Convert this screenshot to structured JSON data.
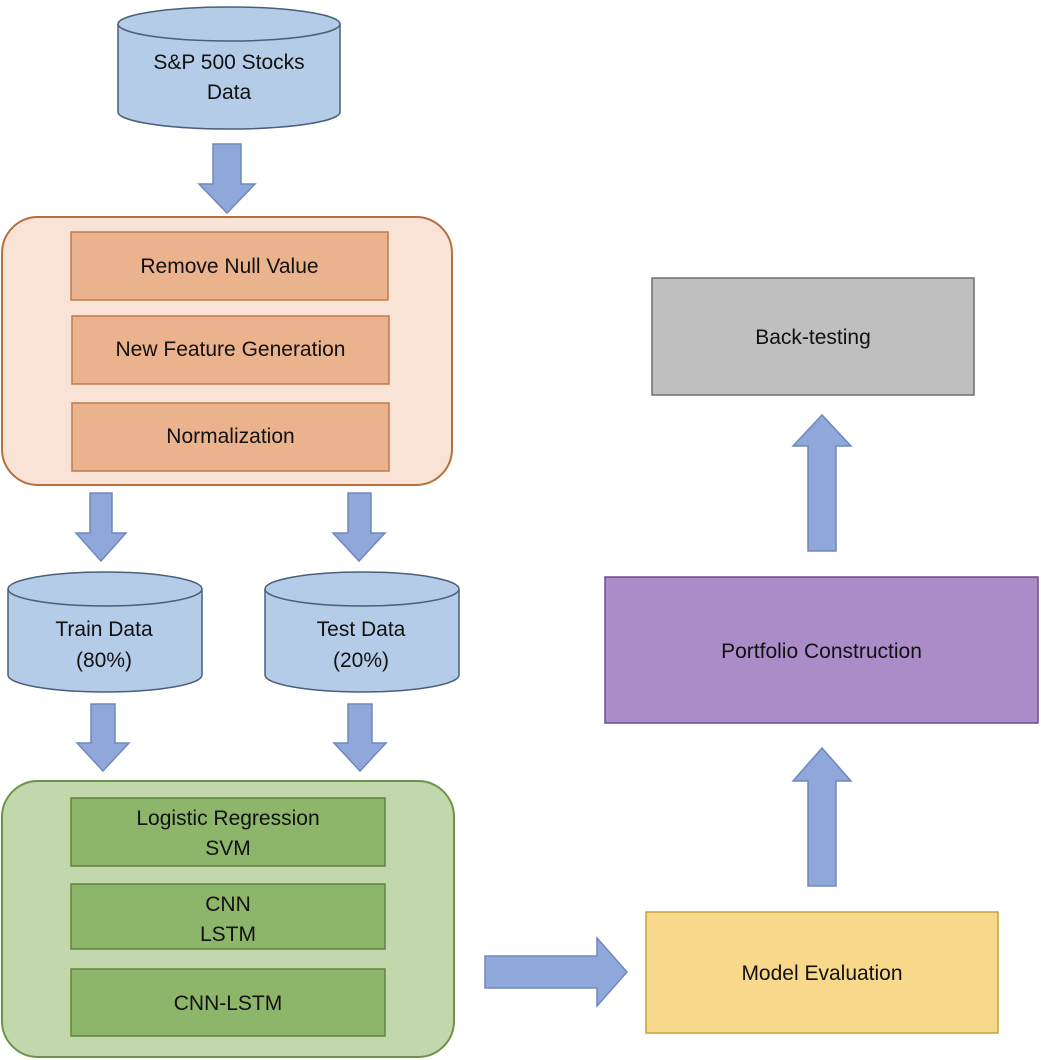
{
  "nodes": {
    "sp500": {
      "line1": "S&P 500 Stocks",
      "line2": "Data"
    },
    "remove_null": {
      "label": "Remove Null Value"
    },
    "new_feature": {
      "label": "New Feature Generation"
    },
    "normalization": {
      "label": "Normalization"
    },
    "train": {
      "line1": "Train Data",
      "line2": "(80%)"
    },
    "test": {
      "line1": "Test Data",
      "line2": "(20%)"
    },
    "model1": {
      "line1": "Logistic Regression",
      "line2": "SVM"
    },
    "model2": {
      "line1": "CNN",
      "line2": "LSTM"
    },
    "model3": {
      "label": "CNN-LSTM"
    },
    "evaluation": {
      "label": "Model Evaluation"
    },
    "portfolio": {
      "label": "Portfolio Construction"
    },
    "backtest": {
      "label": "Back-testing"
    }
  },
  "colors": {
    "cylinder_fill": "#b4cce8",
    "cylinder_stroke": "#4a5f78",
    "arrow_fill": "#8fa8d9",
    "arrow_stroke": "#6f88c0",
    "preprocess_container": "#f9e3d6",
    "preprocess_border": "#b5703f",
    "preprocess_box": "#ebb28e",
    "preprocess_box_border": "#c07a4e",
    "model_container": "#c2d8ac",
    "model_border": "#6e944c",
    "model_box": "#8db66a",
    "model_box_border": "#5f853f",
    "evaluation_fill": "#f8d98b",
    "evaluation_border": "#c9a23a",
    "portfolio_fill": "#aa8dc8",
    "portfolio_border": "#6a4f8d",
    "backtest_fill": "#bfbfbf",
    "backtest_border": "#6e6e6e"
  }
}
